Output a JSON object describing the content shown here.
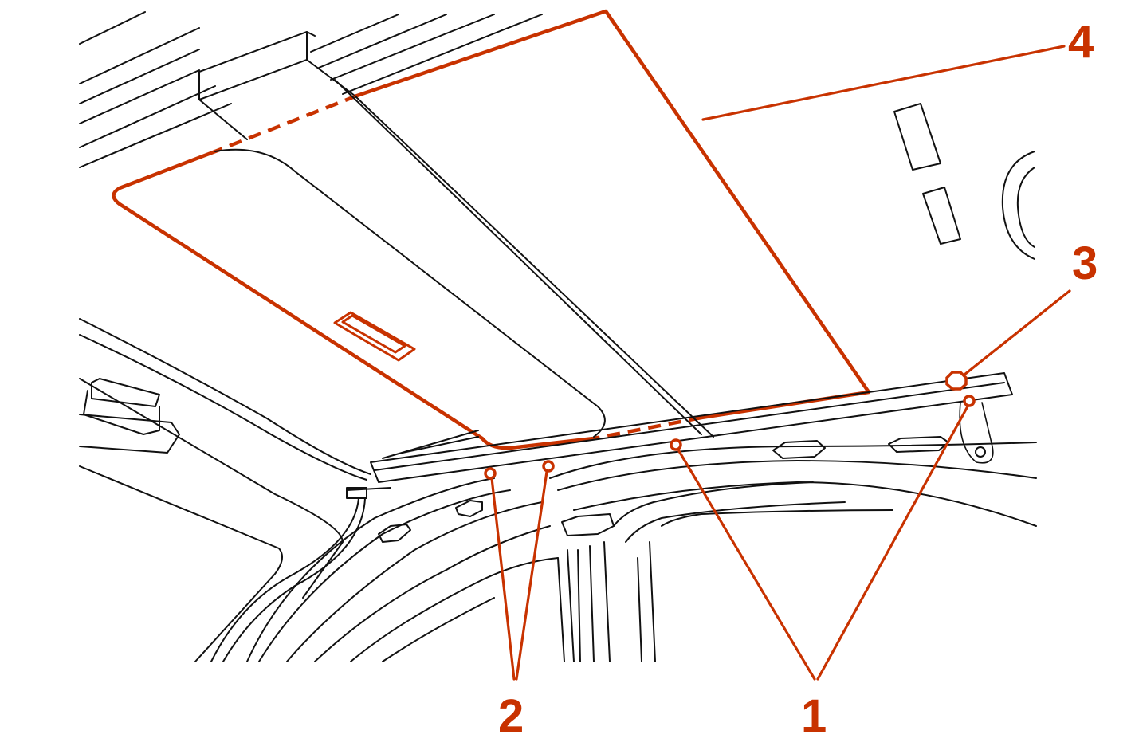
{
  "callouts": [
    {
      "id": "1",
      "label": "1"
    },
    {
      "id": "2",
      "label": "2"
    },
    {
      "id": "3",
      "label": "3"
    },
    {
      "id": "4",
      "label": "4"
    }
  ],
  "colors": {
    "highlight": "#c83200",
    "linework": "#111111",
    "background": "#ffffff"
  }
}
